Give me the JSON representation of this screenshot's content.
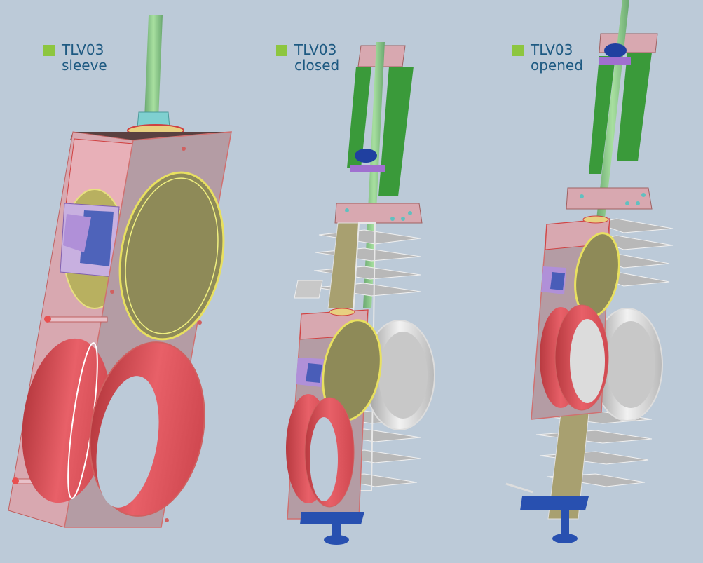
{
  "background_color": "#bccad8",
  "label_color": "#1e5a82",
  "swatch_color": "#8dc63f",
  "figures": [
    {
      "id": "sleeve",
      "title": "TLV03",
      "subtitle": "sleeve",
      "icon": "green-square-icon"
    },
    {
      "id": "closed",
      "title": "TLV03",
      "subtitle": "closed",
      "icon": "green-square-icon"
    },
    {
      "id": "opened",
      "title": "TLV03",
      "subtitle": "opened",
      "icon": "green-square-icon"
    }
  ]
}
